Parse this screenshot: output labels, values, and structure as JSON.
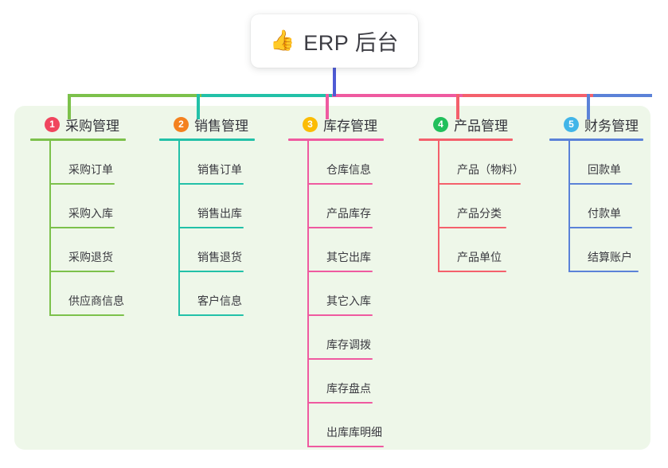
{
  "diagram": {
    "type": "mind-map",
    "root": {
      "icon": "thumbs-up-icon",
      "emoji": "👍",
      "label": "ERP 后台"
    },
    "panel_color": "#eef7e9",
    "trunk_color": "#4f5bd5",
    "branches": [
      {
        "number": "1",
        "label": "采购管理",
        "badge_color": "#f0455e",
        "line_color": "#7cc14b",
        "rule_width": 120,
        "items": [
          {
            "label": "采购订单",
            "rule_width": 82
          },
          {
            "label": "采购入库",
            "rule_width": 82
          },
          {
            "label": "采购退货",
            "rule_width": 82
          },
          {
            "label": "供应商信息",
            "rule_width": 94
          }
        ]
      },
      {
        "number": "2",
        "label": "销售管理",
        "badge_color": "#f4811f",
        "line_color": "#22c1a8",
        "rule_width": 120,
        "items": [
          {
            "label": "销售订单",
            "rule_width": 82
          },
          {
            "label": "销售出库",
            "rule_width": 82
          },
          {
            "label": "销售退货",
            "rule_width": 82
          },
          {
            "label": "客户信息",
            "rule_width": 82
          }
        ]
      },
      {
        "number": "3",
        "label": "库存管理",
        "badge_color": "#fbbc04",
        "line_color": "#ef5aa0",
        "rule_width": 120,
        "items": [
          {
            "label": "仓库信息",
            "rule_width": 82
          },
          {
            "label": "产品库存",
            "rule_width": 82
          },
          {
            "label": "其它出库",
            "rule_width": 82
          },
          {
            "label": "其它入库",
            "rule_width": 82
          },
          {
            "label": "库存调拨",
            "rule_width": 82
          },
          {
            "label": "库存盘点",
            "rule_width": 82
          },
          {
            "label": "出库库明细",
            "rule_width": 96
          }
        ]
      },
      {
        "number": "4",
        "label": "产品管理",
        "badge_color": "#21bf5b",
        "line_color": "#f4606c",
        "rule_width": 118,
        "items": [
          {
            "label": "产品（物料）",
            "rule_width": 104
          },
          {
            "label": "产品分类",
            "rule_width": 86
          },
          {
            "label": "产品单位",
            "rule_width": 86
          }
        ]
      },
      {
        "number": "5",
        "label": "财务管理",
        "badge_color": "#41b5e8",
        "line_color": "#5b82d8",
        "rule_width": 118,
        "items": [
          {
            "label": "回款单",
            "rule_width": 80
          },
          {
            "label": "付款单",
            "rule_width": 80
          },
          {
            "label": "结算账户",
            "rule_width": 88
          }
        ]
      }
    ]
  }
}
